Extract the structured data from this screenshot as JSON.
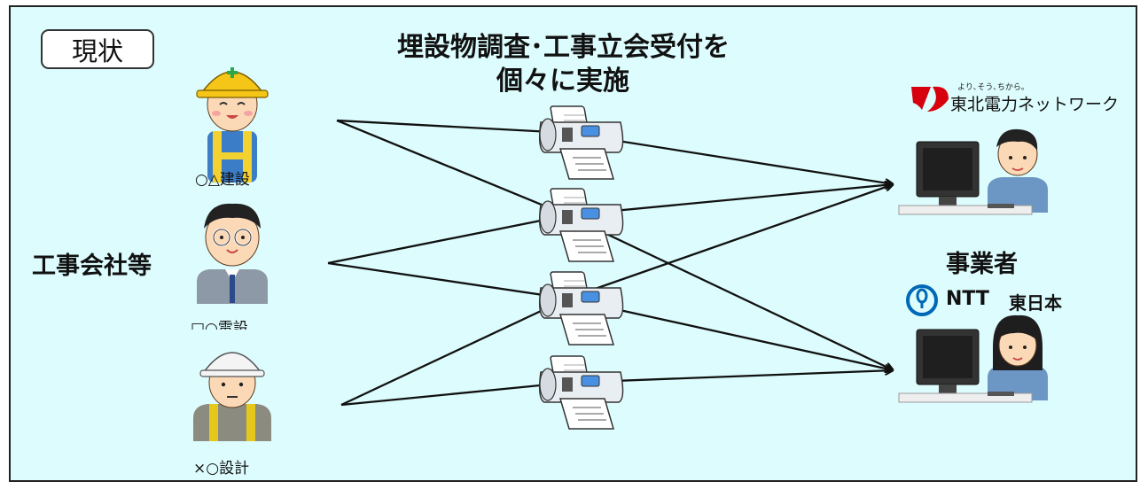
{
  "status_label": "現状",
  "title": {
    "line1": "埋設物調査･工事立会受付を",
    "line2": "個々に実施"
  },
  "contractors": {
    "label": "工事会社等",
    "workers": [
      {
        "name": "○△建設",
        "icon": "construction-worker-yellow-helmet-icon"
      },
      {
        "name": "□○電設",
        "icon": "office-worker-glasses-icon"
      },
      {
        "name": "×○設計",
        "icon": "construction-worker-white-helmet-icon"
      }
    ]
  },
  "operators": {
    "label": "事業者",
    "companies": [
      {
        "tagline": "より､そう､ちから｡",
        "name": "東北電力ネットワーク",
        "icon": "tohoku-electric-logo-icon",
        "brand_color": "#d7000f"
      },
      {
        "name": "NTT",
        "name_suffix": "東日本",
        "icon": "ntt-logo-icon",
        "brand_color": "#0068b7"
      }
    ]
  },
  "channel_icon": "fax-machine-icon",
  "colors": {
    "background": "#ddfcfd",
    "line": "#111111",
    "screen": "#4a90e2"
  }
}
